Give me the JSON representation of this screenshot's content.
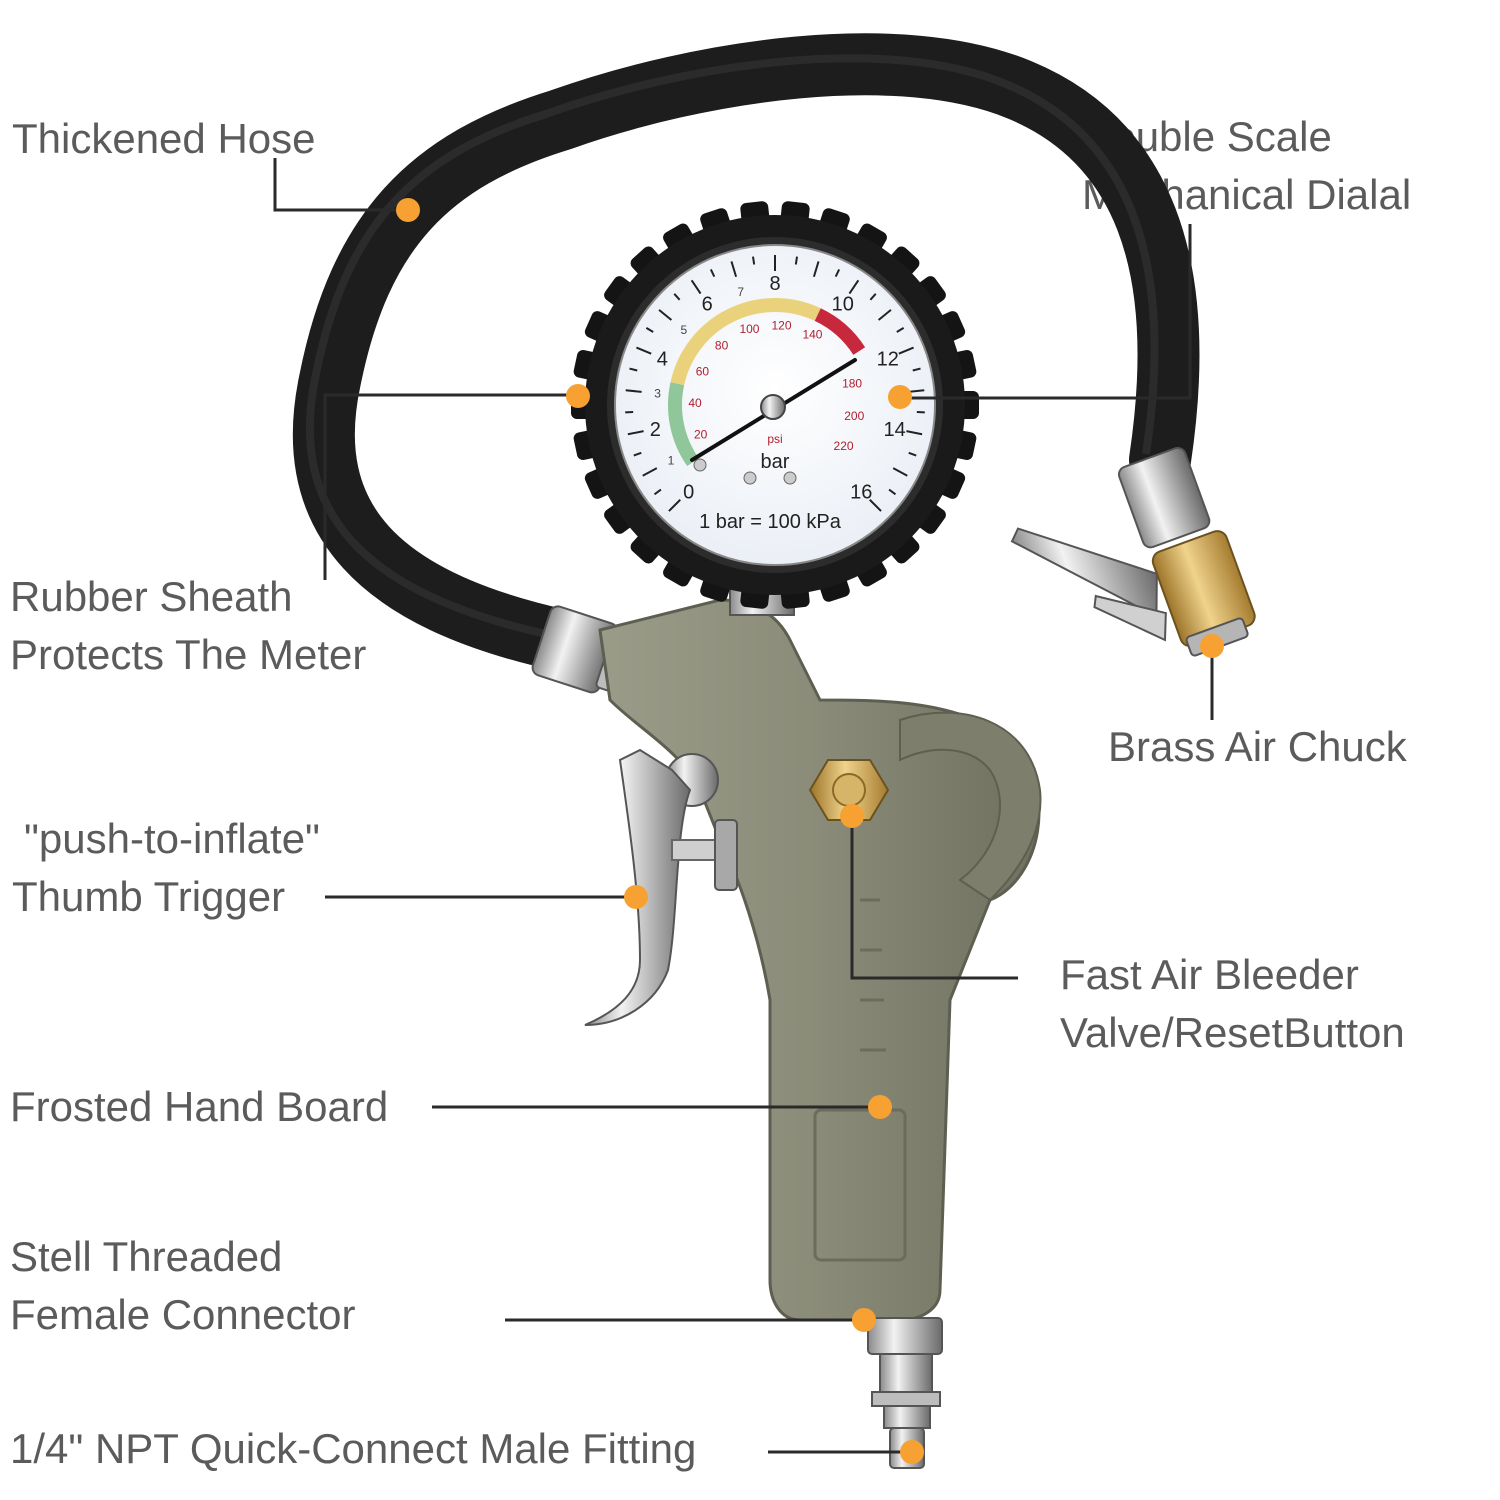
{
  "labels": {
    "hose": [
      "Thickened Hose"
    ],
    "dial": [
      "Double Scale",
      "Mechanical Dialal"
    ],
    "sheath": [
      "Rubber Sheath",
      "Protects The Meter"
    ],
    "chuck": [
      "Brass Air Chuck"
    ],
    "trigger": [
      "\"push-to-inflate\"",
      "Thumb Trigger"
    ],
    "bleeder": [
      "Fast Air Bleeder",
      "Valve/ResetButton"
    ],
    "hand_board": [
      "Frosted Hand Board"
    ],
    "connector": [
      "Stell Threaded",
      "Female Connector"
    ],
    "fitting": [
      "1/4\" NPT Quick-Connect Male Fitting"
    ]
  },
  "gauge": {
    "bar_scale": [
      "0",
      "2",
      "4",
      "6",
      "8",
      "10",
      "12",
      "14",
      "16"
    ],
    "bar_minor": [
      "1",
      "3",
      "5",
      "7"
    ],
    "psi_scale": [
      "20",
      "40",
      "60",
      "80",
      "100",
      "120",
      "140",
      "180",
      "200",
      "220"
    ],
    "unit_psi": "psi",
    "unit_bar": "bar",
    "conversion": "1 bar = 100 kPa"
  },
  "colors": {
    "label_text": "#5b5b5b",
    "leader_line": "#2a2a2a",
    "marker": "#f7a132",
    "hose": "#1d1d1d",
    "body": "#858674",
    "gauge_green": "#8fc79a",
    "gauge_yellow": "#ead27c",
    "gauge_red": "#c8283c",
    "brass": "#c99a45"
  }
}
